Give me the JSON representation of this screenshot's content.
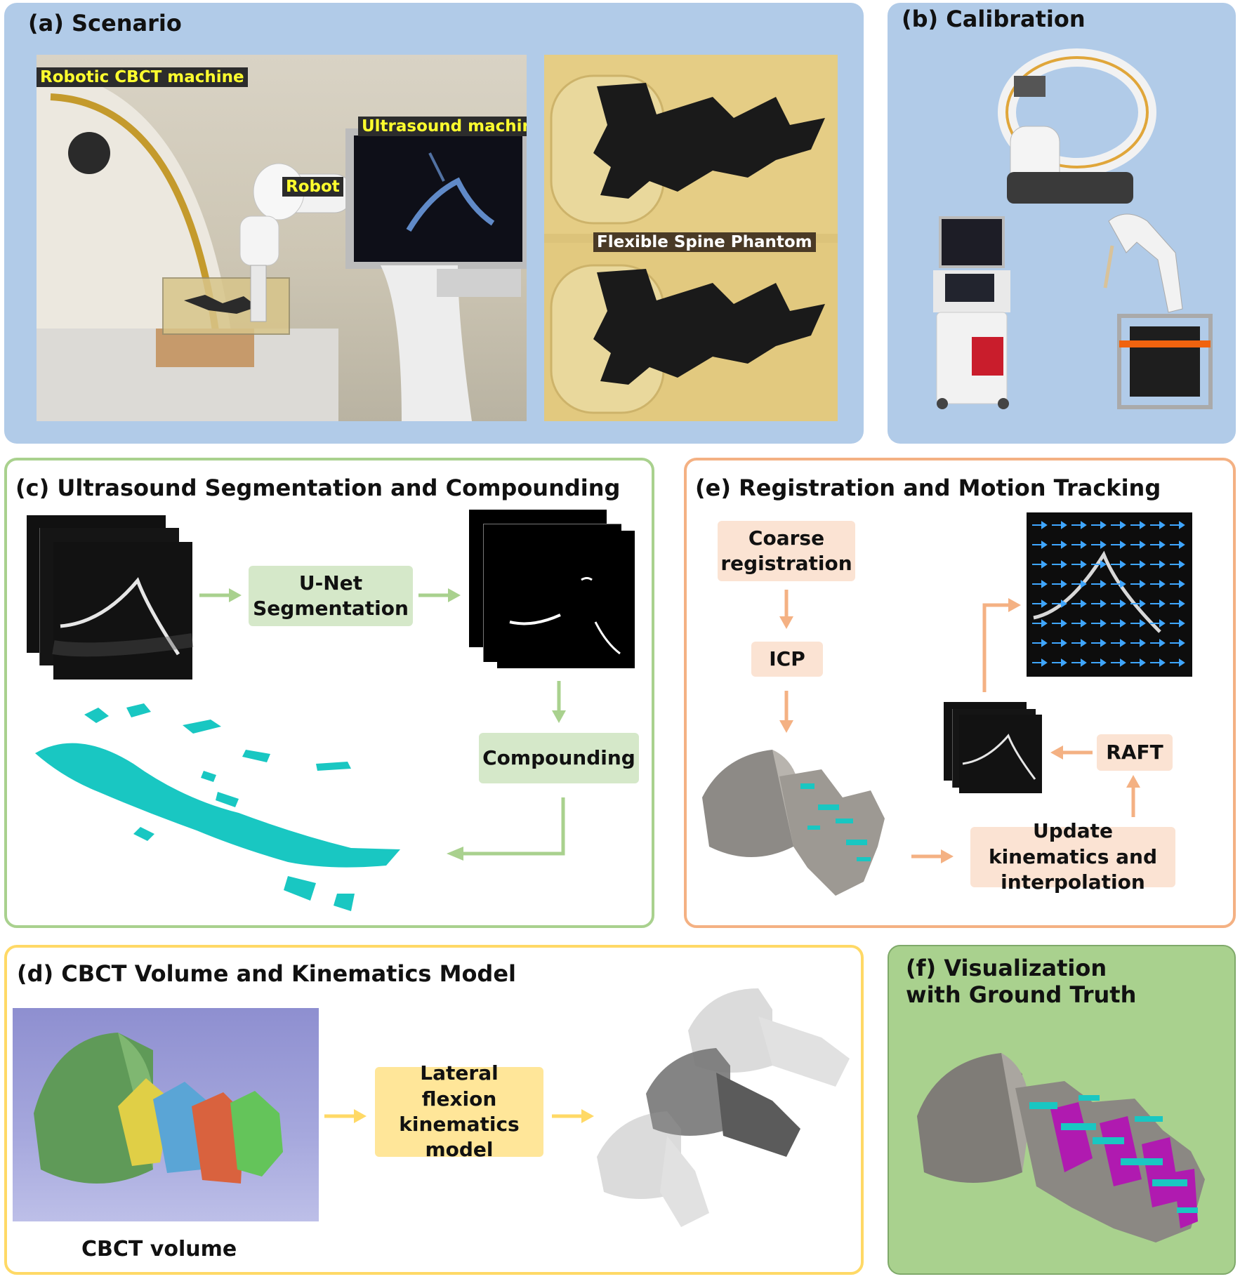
{
  "panels": {
    "a": {
      "title": "(a) Scenario",
      "labels": {
        "cbct": "Robotic CBCT machine",
        "ultrasound": "Ultrasound machine",
        "robot": "Robot",
        "phantom": "Flexible Spine Phantom"
      }
    },
    "b": {
      "title": "(b) Calibration"
    },
    "c": {
      "title": "(c) Ultrasound Segmentation and Compounding",
      "unet": "U-Net Segmentation",
      "compounding": "Compounding"
    },
    "d": {
      "title": "(d) CBCT Volume and Kinematics Model",
      "kinematics": "Lateral flexion kinematics model",
      "cbct_volume": "CBCT volume"
    },
    "e": {
      "title": "(e) Registration and Motion Tracking",
      "coarse": "Coarse registration",
      "icp": "ICP",
      "raft": "RAFT",
      "update": "Update kinematics and interpolation"
    },
    "f": {
      "title": "(f) Visualization with Ground Truth"
    }
  },
  "colors": {
    "blue_panel": "#b1cbe8",
    "green_border": "#a9d18e",
    "green_box": "#d5e8c9",
    "orange_border": "#f4b183",
    "orange_box": "#fbe3d3",
    "yellow_border": "#ffd966",
    "yellow_box": "#ffe699",
    "green_panel": "#a9d18e",
    "cyan": "#19c7c2",
    "magenta": "#b01ab0"
  }
}
